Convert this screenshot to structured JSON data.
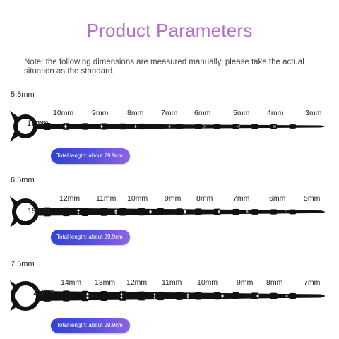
{
  "title": "Product Parameters",
  "note": "Note: the following dimensions are measured manually, please take the actual situation as the standard.",
  "colors": {
    "title": "#b56ec9",
    "pill_start": "#2f43d3",
    "pill_end": "#8d63e6",
    "rod": "#111111"
  },
  "products": [
    {
      "ring_size": "5.5mm",
      "inner_size": "17mm",
      "segments": [
        "10mm",
        "9mm",
        "8mm",
        "7mm",
        "6mm",
        "5mm",
        "4mm",
        "3mm"
      ],
      "total_length": "Total length: about 29.9cm"
    },
    {
      "ring_size": "6.5mm",
      "inner_size": "19mm",
      "segments": [
        "12mm",
        "11mm",
        "10mm",
        "9mm",
        "8mm",
        "7mm",
        "6mm",
        "5mm"
      ],
      "total_length": "Total length: about 29.9cm"
    },
    {
      "ring_size": "7.5mm",
      "inner_size": "21mm",
      "segments": [
        "14mm",
        "13mm",
        "12mm",
        "11mm",
        "10mm",
        "9mm",
        "8mm",
        "7mm"
      ],
      "total_length": "Total length: about 29.9cm"
    }
  ]
}
